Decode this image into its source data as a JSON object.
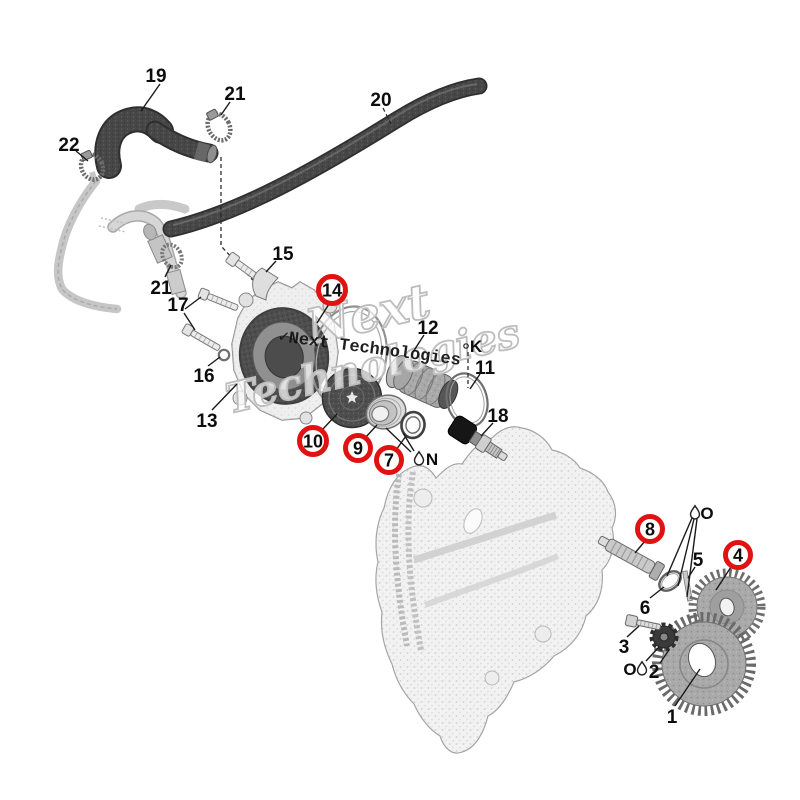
{
  "watermark": {
    "stamp_text": "✓Next Technologies",
    "outline_line1": "Next",
    "outline_line2": "Technologies"
  },
  "colors": {
    "highlight_red": "#e11212",
    "background": "#ffffff",
    "line_dark": "#1a1a1a"
  },
  "callouts": [
    {
      "label": "1",
      "circled": false
    },
    {
      "label": "2",
      "circled": false
    },
    {
      "label": "3",
      "circled": false
    },
    {
      "label": "4",
      "circled": true
    },
    {
      "label": "5",
      "circled": false
    },
    {
      "label": "6",
      "circled": false
    },
    {
      "label": "7",
      "circled": true
    },
    {
      "label": "8",
      "circled": true
    },
    {
      "label": "9",
      "circled": true
    },
    {
      "label": "10",
      "circled": true
    },
    {
      "label": "11",
      "circled": false
    },
    {
      "label": "12",
      "circled": false
    },
    {
      "label": "13",
      "circled": false
    },
    {
      "label": "14",
      "circled": true
    },
    {
      "label": "15",
      "circled": false
    },
    {
      "label": "16",
      "circled": false
    },
    {
      "label": "17",
      "circled": false
    },
    {
      "label": "18",
      "circled": false
    },
    {
      "label": "19",
      "circled": false
    },
    {
      "label": "20",
      "circled": false
    },
    {
      "label": "21",
      "circled": false
    },
    {
      "label": "22",
      "circled": false
    }
  ],
  "ref_letters": [
    {
      "label": "K"
    },
    {
      "label": "N"
    },
    {
      "label": "O"
    },
    {
      "label": "O"
    }
  ]
}
